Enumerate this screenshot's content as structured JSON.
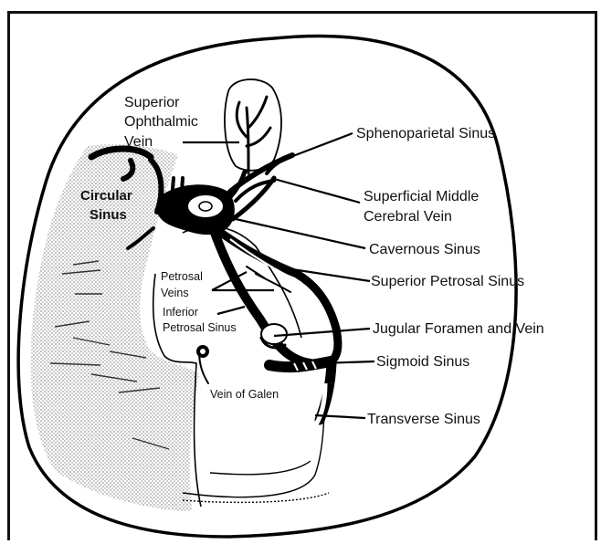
{
  "labels": {
    "superior_ophthalmic_vein": [
      "Superior",
      "Ophthalmic",
      "Vein"
    ],
    "sphenoparietal_sinus": "Sphenoparietal Sinus",
    "superficial_middle_cerebral_vein": [
      "Superficial Middle",
      "Cerebral Vein"
    ],
    "circular_sinus": [
      "Circular",
      "Sinus"
    ],
    "cavernous_sinus": "Cavernous Sinus",
    "superior_petrosal_sinus": "Superior Petrosal Sinus",
    "petrosal_veins": [
      "Petrosal",
      "Veins"
    ],
    "inferior_petrosal_sinus": [
      "Inferior",
      "Petrosal Sinus"
    ],
    "jugular_foramen_and_vein": "Jugular Foramen and Vein",
    "sigmoid_sinus": "Sigmoid Sinus",
    "vein_of_galen": "Vein of Galen",
    "transverse_sinus": "Transverse Sinus"
  },
  "colors": {
    "ink": "#111111",
    "shading": "#d9d9d9",
    "background": "#ffffff"
  }
}
